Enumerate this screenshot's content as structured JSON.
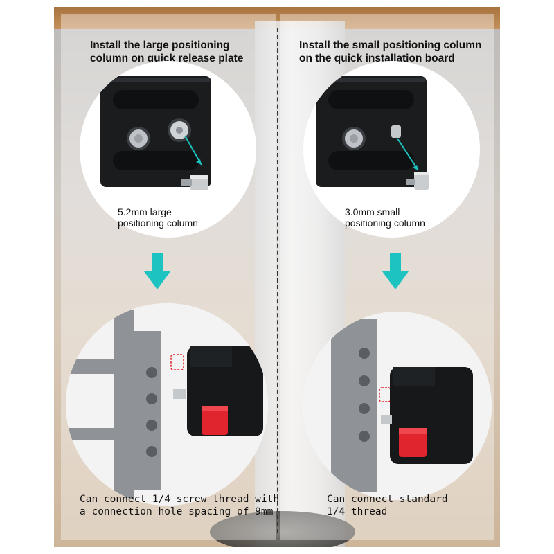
{
  "left": {
    "title": [
      "Install the large positioning",
      "column on quick release plate"
    ],
    "caption": [
      "5.2mm large",
      "positioning column"
    ],
    "bottom_text": [
      "Can connect 1/4 screw thread with",
      "a connection hole spacing of 9mm"
    ]
  },
  "right": {
    "title": [
      "Install the small positioning column",
      "on the quick installation board"
    ],
    "caption": [
      "3.0mm small",
      "positioning column"
    ],
    "bottom_text": [
      "Can connect standard",
      "1/4 thread"
    ]
  },
  "colors": {
    "arrow": "#1cc3c0",
    "button": "#e0252f",
    "plate": "#16181a"
  }
}
